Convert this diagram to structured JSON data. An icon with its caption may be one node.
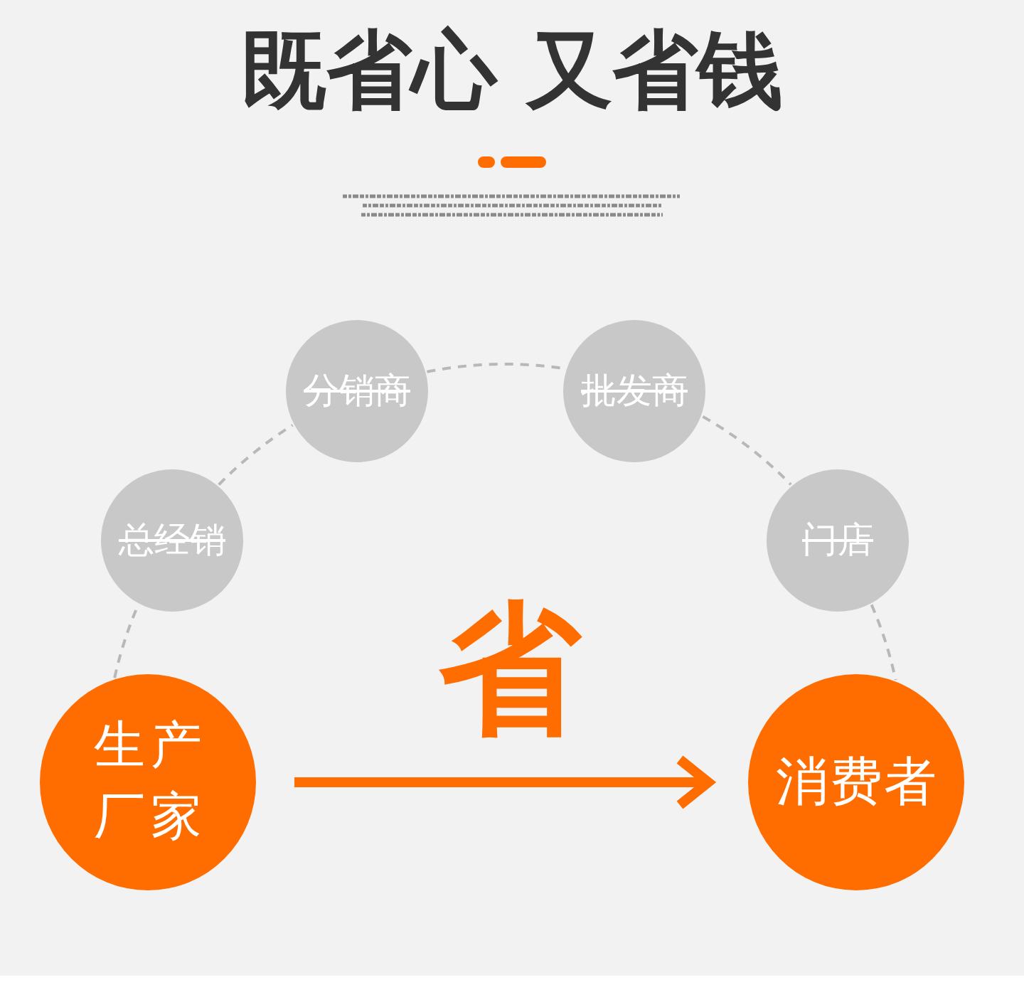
{
  "diagram": {
    "title": "既省心 又省钱",
    "nodes": [
      {
        "text": [
          "生产厂家"
        ]
      },
      {
        "text": [
          "总经销"
        ]
      },
      {
        "text": [
          "分销商"
        ]
      },
      {
        "text": [
          "批发商"
        ]
      },
      {
        "text": [
          "门店"
        ]
      },
      {
        "text": [
          "消费者"
        ]
      }
    ],
    "edges": [
      {
        "from": 0,
        "to": 1,
        "arrow": "none",
        "style": "dashed"
      },
      {
        "from": 1,
        "to": 2,
        "arrow": "none",
        "style": "dashed"
      },
      {
        "from": 2,
        "to": 3,
        "arrow": "none",
        "style": "dashed"
      },
      {
        "from": 3,
        "to": 4,
        "arrow": "none",
        "style": "dashed"
      },
      {
        "from": 4,
        "to": 5,
        "arrow": "none",
        "style": "dashed"
      },
      {
        "from": 0,
        "to": 5,
        "arrow": "to",
        "label": "省",
        "style": "thick",
        "color": "#ff6d00"
      }
    ]
  }
}
